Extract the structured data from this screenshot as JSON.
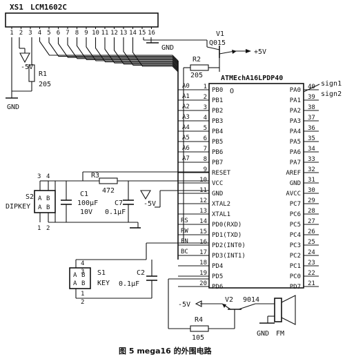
{
  "lcd": {
    "designator": "XS1",
    "part": "LCM1602C",
    "pins": [
      "1",
      "2",
      "3",
      "4",
      "5",
      "6",
      "7",
      "8",
      "9",
      "10",
      "11",
      "12",
      "13",
      "14",
      "15",
      "16"
    ]
  },
  "transistor_v1": {
    "ref": "V1",
    "part": "Q015"
  },
  "resistor_r1": {
    "ref": "R1",
    "value": "205"
  },
  "resistor_r2": {
    "ref": "R2",
    "value": "205"
  },
  "resistor_r3": {
    "ref": "R3",
    "value": "472"
  },
  "resistor_r4": {
    "ref": "R4",
    "value": "105"
  },
  "supply": {
    "plus5": "+5V",
    "minus5": "-5V",
    "gnd": "GND"
  },
  "mcu": {
    "part": "ATMEchA16LPDP40",
    "left_pins": [
      {
        "num": "1",
        "name": "PB0"
      },
      {
        "num": "2",
        "name": "PB1"
      },
      {
        "num": "3",
        "name": "PB2"
      },
      {
        "num": "4",
        "name": "PB3"
      },
      {
        "num": "5",
        "name": "PB4"
      },
      {
        "num": "6",
        "name": "PB5"
      },
      {
        "num": "7",
        "name": "PB6"
      },
      {
        "num": "8",
        "name": "PB7"
      },
      {
        "num": "9",
        "name": "RESET"
      },
      {
        "num": "10",
        "name": "VCC"
      },
      {
        "num": "11",
        "name": "GND"
      },
      {
        "num": "12",
        "name": "XTAL2"
      },
      {
        "num": "13",
        "name": "XTAL1"
      },
      {
        "num": "14",
        "name": "PD0(RXD)"
      },
      {
        "num": "15",
        "name": "PD1(TXD)"
      },
      {
        "num": "16",
        "name": "PD2(INT0)"
      },
      {
        "num": "17",
        "name": "PD3(INT1)"
      },
      {
        "num": "18",
        "name": "PD4"
      },
      {
        "num": "19",
        "name": "PD5"
      },
      {
        "num": "20",
        "name": "PD6"
      }
    ],
    "right_pins": [
      {
        "num": "40",
        "name": "PA0"
      },
      {
        "num": "39",
        "name": "PA1"
      },
      {
        "num": "38",
        "name": "PA2"
      },
      {
        "num": "37",
        "name": "PA3"
      },
      {
        "num": "36",
        "name": "PA4"
      },
      {
        "num": "35",
        "name": "PA5"
      },
      {
        "num": "34",
        "name": "PA6"
      },
      {
        "num": "33",
        "name": "PA7"
      },
      {
        "num": "32",
        "name": "AREF"
      },
      {
        "num": "31",
        "name": "GND"
      },
      {
        "num": "30",
        "name": "AVCC"
      },
      {
        "num": "29",
        "name": "PC7"
      },
      {
        "num": "28",
        "name": "PC6"
      },
      {
        "num": "27",
        "name": "PC5"
      },
      {
        "num": "26",
        "name": "PC4"
      },
      {
        "num": "25",
        "name": "PC3"
      },
      {
        "num": "24",
        "name": "PC2"
      },
      {
        "num": "23",
        "name": "PC1"
      },
      {
        "num": "22",
        "name": "PC0"
      },
      {
        "num": "21",
        "name": "PD7"
      }
    ],
    "net_labels": [
      "A0",
      "A1",
      "A2",
      "A3",
      "A4",
      "A5",
      "A6",
      "A7"
    ],
    "ctrl_labels": [
      "RS",
      "RW",
      "EN",
      "BC"
    ],
    "signal_labels": [
      "sign1",
      "sign2"
    ],
    "pb0_circle": "O"
  },
  "switch_s2": {
    "ref": "S2",
    "name": "DIPKEY",
    "cells": [
      "A",
      "B",
      "A",
      "B"
    ],
    "pins_top": [
      "3",
      "4"
    ],
    "pins_bottom": [
      "1",
      "2"
    ]
  },
  "switch_s1": {
    "ref": "S1",
    "name": "KEY",
    "cells": [
      "A",
      "B",
      "A",
      "B"
    ],
    "pins_right": [
      "4",
      "3",
      "1",
      "2"
    ]
  },
  "cap_c1": {
    "ref": "C1",
    "value": "100μF",
    "rating": "10V"
  },
  "cap_c7": {
    "ref": "C7",
    "value": "0.1μF"
  },
  "cap_c2": {
    "ref": "C2",
    "value": "0.1μF"
  },
  "transistor_v2": {
    "ref": "V2",
    "part": "9014"
  },
  "buzzer": {
    "ref": "FM"
  },
  "caption": "图 5  mega16 的外围电路"
}
